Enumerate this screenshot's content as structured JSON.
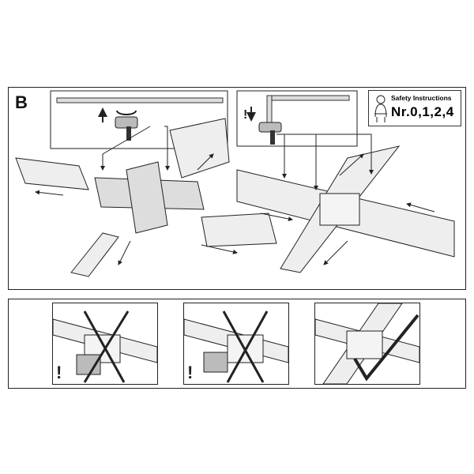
{
  "step_label": "B",
  "safety": {
    "title": "Safety Instructions",
    "number": "Nr.0,1,2,4"
  },
  "bottom_panels": [
    {
      "status": "incorrect",
      "mark": "cross-icon"
    },
    {
      "status": "incorrect",
      "mark": "cross-icon"
    },
    {
      "status": "correct",
      "mark": "check-icon"
    }
  ],
  "colors": {
    "line": "#222222",
    "rail_fill": "#eeeeee",
    "rail_dark": "#888888"
  }
}
